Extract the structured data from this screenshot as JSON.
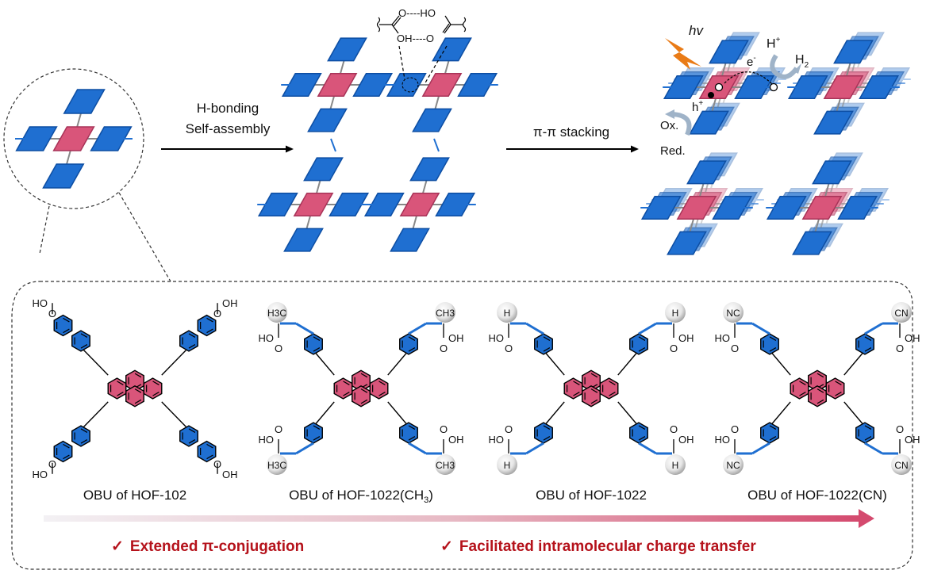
{
  "colors": {
    "node_blue": "#1f6fd1",
    "node_blue_dark": "#0d4ea3",
    "node_blue_light": "#9cc3ea",
    "node_pink": "#d9557a",
    "node_pink_dark": "#a83358",
    "node_pink_light": "#f0b3c4",
    "linker": "#888888",
    "hv_orange": "#e97b16",
    "curved_arrow": "#9fb3c8",
    "highlight_red": "#b5121b",
    "gradient_start": "#f3f1f4",
    "gradient_end": "#d44a6e"
  },
  "top_panel": {
    "step1_arrow": {
      "line1": "H-bonding",
      "line2": "Self-assembly"
    },
    "step2_arrow": {
      "label": "π-π stacking"
    },
    "hbond_detail": {
      "top": "O----HO",
      "bottom": "OH----O"
    },
    "photocatalysis": {
      "light": "hv",
      "electron": "e",
      "electron_sup": "-",
      "hole": "h",
      "hole_sup": "+",
      "proton": "H",
      "proton_sup": "+",
      "hydrogen": "H",
      "hydrogen_sub": "2",
      "oxidized": "Ox.",
      "reduced": "Red."
    }
  },
  "molecules": [
    {
      "name": "OBU of HOF-102",
      "label_main": "OBU of HOF-102",
      "label_sub": "",
      "label_tail": "",
      "substituent": "",
      "arm": "naphthalene"
    },
    {
      "name": "OBU of HOF-1022(CH3)",
      "label_main": "OBU of HOF-1022(CH",
      "label_sub": "3",
      "label_tail": ")",
      "substituent_left": "H3C",
      "substituent_right": "CH3",
      "arm": "vinyl"
    },
    {
      "name": "OBU of HOF-1022",
      "label_main": "OBU of HOF-1022",
      "label_sub": "",
      "label_tail": "",
      "substituent_left": "H",
      "substituent_right": "H",
      "arm": "vinyl"
    },
    {
      "name": "OBU of HOF-1022(CN)",
      "label_main": "OBU of HOF-1022(CN)",
      "label_sub": "",
      "label_tail": "",
      "substituent_left": "NC",
      "substituent_right": "CN",
      "arm": "vinyl"
    }
  ],
  "acid": {
    "ho": "HO",
    "oh": "OH",
    "o": "O"
  },
  "trends": [
    {
      "check": "✓",
      "text": "Extended π-conjugation"
    },
    {
      "check": "✓",
      "text": "Facilitated intramolecular charge transfer"
    }
  ]
}
